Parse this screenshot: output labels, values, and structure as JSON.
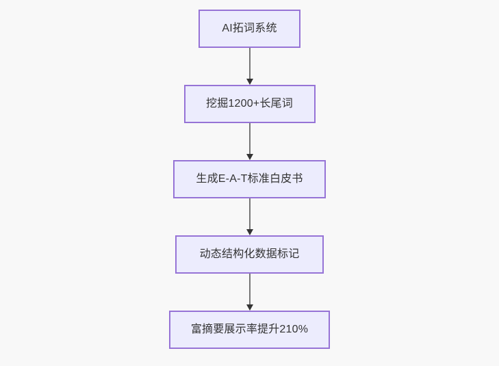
{
  "diagram": {
    "type": "flowchart",
    "orientation": "top-to-bottom",
    "background_color": "#f8f8f8",
    "node_fill_color": "#ececfd",
    "node_border_color": "#9673d6",
    "node_text_color": "#333333",
    "connector_line_color": "#777777",
    "connector_arrow_color": "#333333",
    "nodes": [
      {
        "id": "n1",
        "label": "AI拓词系统"
      },
      {
        "id": "n2",
        "label": "挖掘1200+长尾词"
      },
      {
        "id": "n3",
        "label": "生成E-A-T标准白皮书"
      },
      {
        "id": "n4",
        "label": "动态结构化数据标记"
      },
      {
        "id": "n5",
        "label": "富摘要展示率提升210%"
      }
    ],
    "edges": [
      {
        "from": "n1",
        "to": "n2",
        "label": ""
      },
      {
        "from": "n2",
        "to": "n3",
        "label": ""
      },
      {
        "from": "n3",
        "to": "n4",
        "label": ""
      },
      {
        "from": "n4",
        "to": "n5",
        "label": ""
      }
    ]
  }
}
